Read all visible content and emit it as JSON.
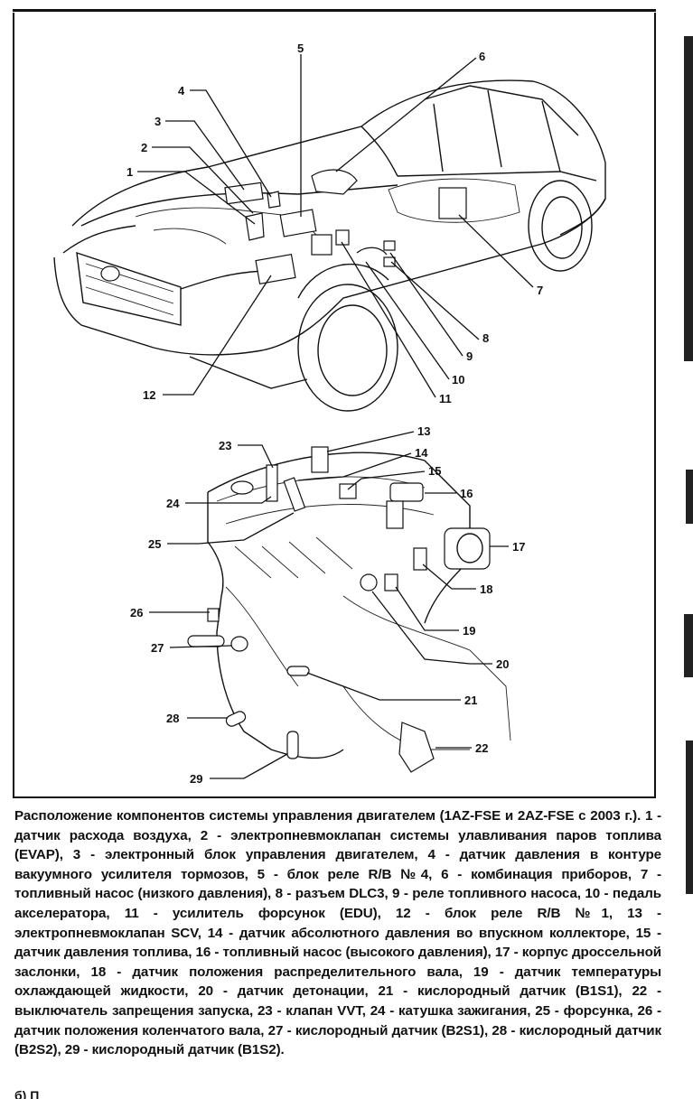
{
  "diagram": {
    "callouts_top": [
      "1",
      "2",
      "3",
      "4",
      "5",
      "6",
      "7",
      "8",
      "9",
      "10",
      "11",
      "12"
    ],
    "callouts_bottom": [
      "13",
      "14",
      "15",
      "16",
      "17",
      "18",
      "19",
      "20",
      "21",
      "22",
      "23",
      "24",
      "25",
      "26",
      "27",
      "28",
      "29"
    ]
  },
  "caption": {
    "text": "Расположение компонентов системы управления двигателем (1AZ-FSE и 2AZ-FSE с 2003 г.). 1 - датчик расхода воздуха, 2 - электропневмоклапан системы улавливания паров топлива (EVAP), 3 - электронный блок управления двигателем, 4 - датчик давления в контуре вакуумного усилителя тормозов, 5 - блок реле R/B №4, 6 - комбинация приборов, 7 - топливный насос (низкого давления), 8 - разъем DLC3, 9 - реле топливного насоса, 10 - педаль акселератора, 11 - усилитель форсунок (EDU), 12 - блок реле R/B №1, 13 - электропневмоклапан SCV, 14 - датчик абсолютного давления во впускном коллекторе, 15 - датчик давления топлива, 16 - топливный насос (высокого давления), 17 - корпус дроссельной заслонки, 18 - датчик положения распределительного вала, 19 - датчик температуры охлаждающей жидкости, 20 - датчик детонации, 21 - кислородный датчик (B1S1), 22 - выключатель запрещения запуска, 23 - клапан VVT, 24 - катушка зажигания, 25 - форсунка, 26 - датчик положения коленчатого вала, 27 - кислородный датчик (B2S1), 28 - кислородный датчик (B2S2), 29 - кислородный датчик (B1S2)."
  },
  "footer": {
    "text": "б) П"
  }
}
